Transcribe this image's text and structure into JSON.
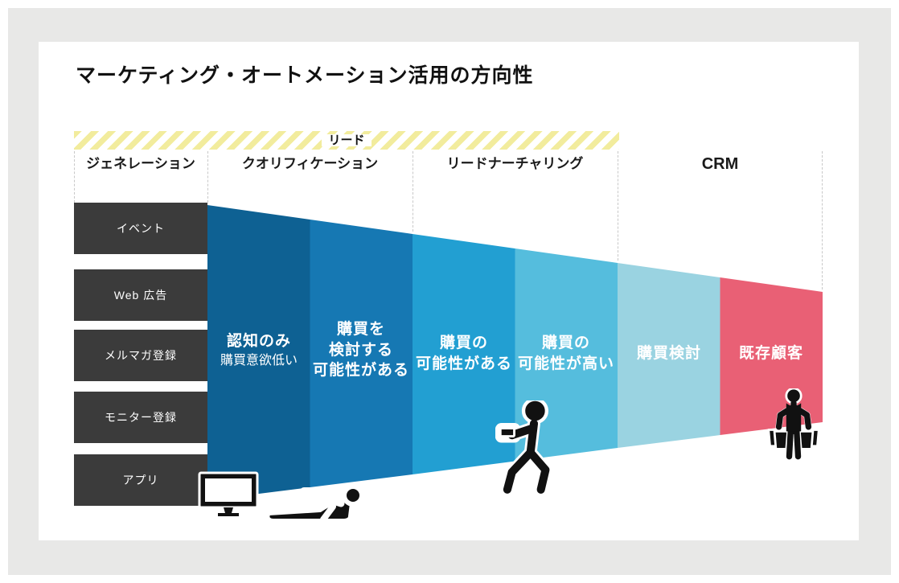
{
  "title": "マーケティング・オートメーション活用の方向性",
  "lead_band": {
    "label": "リード",
    "stripe_color": "#F2EC9D"
  },
  "stage_headers": [
    {
      "label": "ジェネレーション"
    },
    {
      "label": "クオリフィケーション"
    },
    {
      "label": "リードナーチャリング"
    },
    {
      "label": "CRM"
    }
  ],
  "lead_sources": {
    "box_color": "#3B3B3B",
    "items": [
      "イベント",
      "Web 広告",
      "メルマガ登録",
      "モニター登録",
      "アプリ"
    ]
  },
  "funnel": {
    "segments": [
      {
        "lines": [
          "認知のみ"
        ],
        "sublabel": "購買意欲低い",
        "color": "#0E6193"
      },
      {
        "lines": [
          "購買を",
          "検討する",
          "可能性がある"
        ],
        "color": "#1678B3"
      },
      {
        "lines": [
          "購買の",
          "可能性がある"
        ],
        "color": "#229FD2"
      },
      {
        "lines": [
          "購買の",
          "可能性が高い"
        ],
        "color": "#55BDDD"
      },
      {
        "lines": [
          "購買検討"
        ],
        "color": "#9AD3E1"
      },
      {
        "lines": [
          "既存顧客"
        ],
        "color": "#E96075"
      }
    ]
  },
  "icons": {
    "generation": "tv-monitor-icon",
    "qualification": "person-lying-with-phone-icon",
    "nurturing": "person-walking-with-phone-icon",
    "crm": "person-with-shopping-bags-icon"
  },
  "colors": {
    "card_bg": "#FFFFFF",
    "frame_bg": "#E8E8E7",
    "separator": "#C8C8C8",
    "icon_fill": "#111111"
  }
}
